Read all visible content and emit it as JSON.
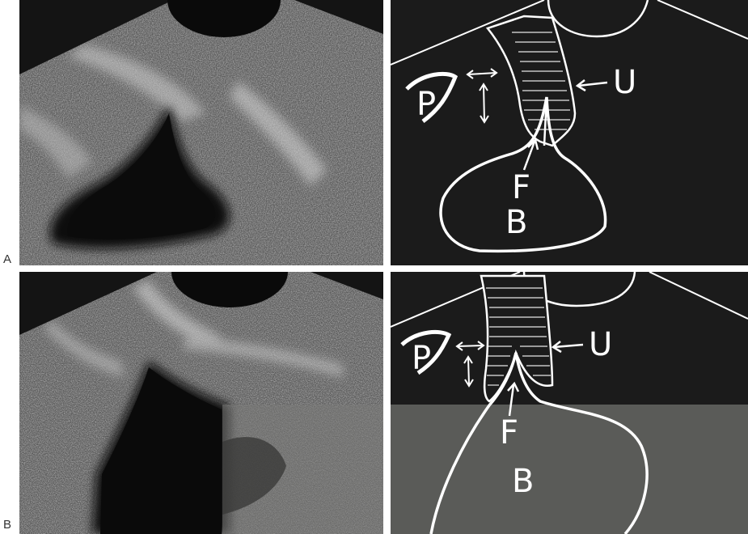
{
  "figure": {
    "rows": [
      {
        "row_label": "A",
        "sketch_labels": {
          "p": "P",
          "u": "U",
          "f": "F",
          "b": "B"
        }
      },
      {
        "row_label": "B",
        "sketch_labels": {
          "p": "P",
          "u": "U",
          "f": "F",
          "b": "B"
        }
      }
    ],
    "colors": {
      "page_background": "#ffffff",
      "sketch_background": "#1b1b1b",
      "sketch_highlight_region": "#5a5b58",
      "line_color": "#ffffff",
      "label_color": "#333333"
    }
  }
}
